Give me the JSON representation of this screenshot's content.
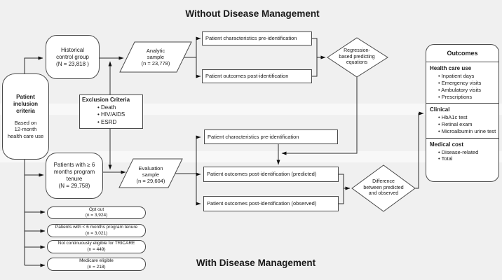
{
  "titles": {
    "top": "Without Disease Management",
    "bottom": "With Disease Management"
  },
  "nodes": {
    "patient_inclusion": {
      "title": "Patient\ninclusion\ncriteria",
      "subtitle": "Based on\n12-month\nhealth care use"
    },
    "historical_control": {
      "label": "Historical\ncontrol group\n(N = 23,818 )"
    },
    "analytic_sample": {
      "label": "Analytic\nsample\n(n = 23,778)"
    },
    "exclusion_criteria": {
      "title": "Exclusion Criteria",
      "items": [
        "Death",
        "HIV/AIDS",
        "ESRD"
      ]
    },
    "patients_tenure": {
      "label": "Patients with ≥ 6\nmonths program\ntenure\n(N = 29,758)"
    },
    "evaluation_sample": {
      "label": "Evaluation\nsample\n(n = 29,604)"
    },
    "char_pre_top": {
      "label": "Patient characteristics pre-identification"
    },
    "outcomes_post_top": {
      "label": "Patient outcomes post-identification"
    },
    "regression_diamond": {
      "label": "Regression-\nbased predicting\nequations"
    },
    "char_pre_mid": {
      "label": "Patient characteristics pre-identification"
    },
    "outcomes_predicted": {
      "label": "Patient outcomes post-identification (predicted)"
    },
    "outcomes_observed": {
      "label": "Patient outcomes post-identification (observed)"
    },
    "difference_diamond": {
      "label": "Difference\nbetween predicted\nand observed"
    },
    "opt_out": {
      "label": "Opt out\n(n = 3,924)"
    },
    "lt6_tenure": {
      "label": "Patients with < 6 months program tenure\n(n = 3,021)"
    },
    "not_eligible": {
      "label": "Not continuously eligible for TRICARE\n(n = 449)"
    },
    "medicare": {
      "label": "Medicare eligible\n(n = 218)"
    }
  },
  "outcomes_panel": {
    "title": "Outcomes",
    "sections": [
      {
        "heading": "Health care use",
        "items": [
          "Inpatient days",
          "Emergency visits",
          "Ambulatory visits",
          "Prescriptions"
        ]
      },
      {
        "heading": "Clinical",
        "items": [
          "HbA1c test",
          "Retinal exam",
          "Microalbumin urine test"
        ]
      },
      {
        "heading": "Medical cost",
        "items": [
          "Disease-related",
          "Total"
        ]
      }
    ]
  },
  "colors": {
    "background": "#f0f0f0",
    "node_fill": "#ffffff",
    "border": "#4a4a4a",
    "line": "#2b2b2b",
    "text": "#1a1a1a"
  }
}
